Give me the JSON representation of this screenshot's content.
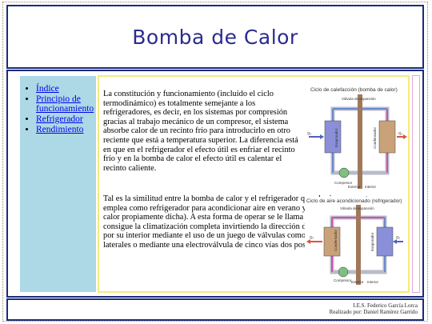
{
  "header": {
    "title": "Bomba de Calor"
  },
  "nav": {
    "items": [
      {
        "label": "Índice"
      },
      {
        "label": "Principio de funcionamiento"
      },
      {
        "label": "Refrigerador"
      },
      {
        "label": "Rendimiento"
      }
    ]
  },
  "content": {
    "paragraph1": "La constitución y funcionamiento (incluido el ciclo termodinámico) es totalmente semejante a los refrigeradores, es decir, en los sistemas por compresión gracias al trabajo mecánico de un compresor, el sistema absorbe calor de un recinto frío para introducirlo en otro reciente que está a temperatura superior. La diferencia está en que en el refrigerador el efecto útil es enfriar el recinto frío y en la bomba de calor el efecto útil es calentar el recinto caliente.",
    "paragraph2": "Tal es la similitud entre la bomba de calor y el refrigerador que el mismo aparato se emplea como refrigerador para acondicionar aire en verano y como calefactor (bomba de calor propiamente dicha). A esta forma de operar se le llama sistema “inverter” pues consigue la climatización completa invirtiendo la dirección de circulación del refrigerante por su interior mediante el uso de un juego de válvulas como el indicado en las figuras laterales o mediante una electroválvula de cinco vías dos posiciones"
  },
  "figure1": {
    "title": "Ciclo de calefacción (bomba de calor)",
    "valve": "Válvula de expansión",
    "evap": "Evaporador",
    "cond": "Condensador",
    "compressor": "Compresor",
    "exterior": "Exterior",
    "interior": "Interior",
    "q_in": "Q₂",
    "q_out": "Q₁"
  },
  "figure2": {
    "title": "Ciclo de aire acondicionado (refrigerador)",
    "valve": "Válvula de expansión",
    "cond": "Condensador",
    "evap": "Evaporador",
    "compressor": "Compresor",
    "exterior": "Exterior",
    "interior": "Interior",
    "q_out": "Q₁",
    "q_in": "Q₂"
  },
  "footer": {
    "line1": "I.E.S. Federico García Lorca",
    "line2": "Realizado por: Daniel Ramírez Garrido"
  },
  "colors": {
    "border": "#1c2b7a",
    "nav_bg": "#add8e6",
    "content_border": "#f2ec7e",
    "title": "#2b2b8f"
  }
}
